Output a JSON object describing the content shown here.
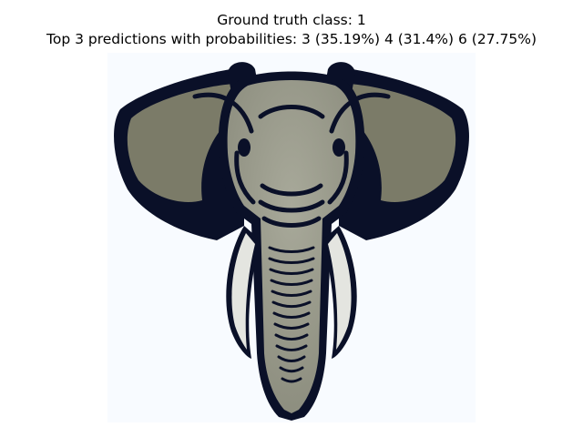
{
  "figure": {
    "title_line1": "Ground truth class: 1",
    "title_line2": "Top 3 predictions with probabilities: 3 (35.19%) 4 (31.4%) 6 (27.75%)"
  },
  "image": {
    "subject": "elephant-head-logo",
    "colors": {
      "background": "#f8fbff",
      "outline": "#0a1028",
      "ear": "#7b7b68",
      "head": "#8e8f80",
      "head_highlight": "#a8a99a",
      "tusk": "#e4e5e0"
    }
  }
}
